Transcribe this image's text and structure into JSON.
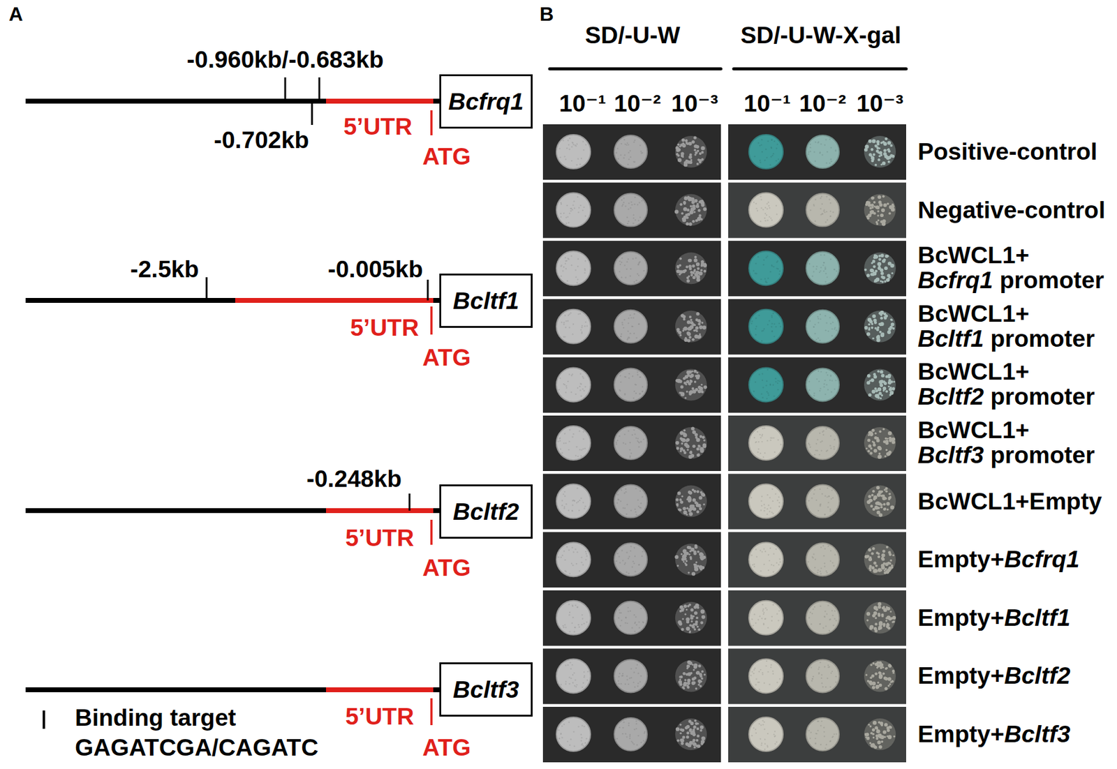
{
  "diagram": {
    "nodes": [
      {
        "text": [
          "Bcfrq1"
        ]
      },
      {
        "text": [
          "Bcltf1"
        ]
      },
      {
        "text": [
          "Bcltf2"
        ]
      },
      {
        "text": [
          "Bcltf3"
        ]
      }
    ],
    "labels": [
      "A",
      "-0.960kb/-0.683kb",
      "-0.702kb",
      "5’UTR",
      "ATG",
      "-2.5kb",
      "-0.005kb",
      "5’UTR",
      "ATG",
      "-0.248kb",
      "5’UTR",
      "ATG",
      "5’UTR",
      "ATG",
      "B",
      "SD/-U-W",
      "SD/-U-W-X-gal",
      "10⁻¹",
      "10⁻²",
      "10⁻³",
      "10⁻¹",
      "10⁻²",
      "10⁻³",
      "Positive-control",
      "Negative-control",
      "BcWCL1+ Bcfrq1 promoter",
      "BcWCL1+ Bcltf1 promoter",
      "BcWCL1+ Bcltf2 promoter",
      "BcWCL1+ Bcltf3 promoter",
      "BcWCL1+Empty",
      "Empty+Bcfrq1",
      "Empty+Bcltf1",
      "Empty+Bcltf2",
      "Empty+Bcltf3"
    ],
    "legend": [
      {
        "text": "Binding target GAGATCGA/CAGATC"
      }
    ]
  }
}
